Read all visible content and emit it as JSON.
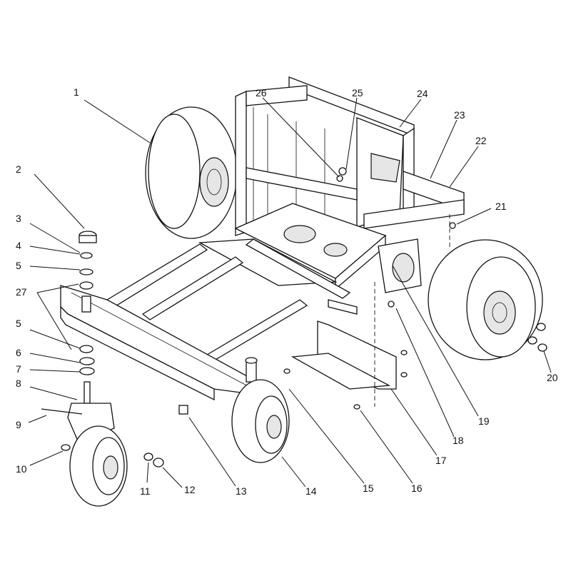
{
  "callouts": [
    "1",
    "2",
    "3",
    "4",
    "5",
    "27",
    "5",
    "6",
    "7",
    "8",
    "9",
    "10",
    "11",
    "12",
    "13",
    "14",
    "15",
    "16",
    "17",
    "18",
    "19",
    "20",
    "21",
    "22",
    "23",
    "24",
    "25",
    "26"
  ]
}
